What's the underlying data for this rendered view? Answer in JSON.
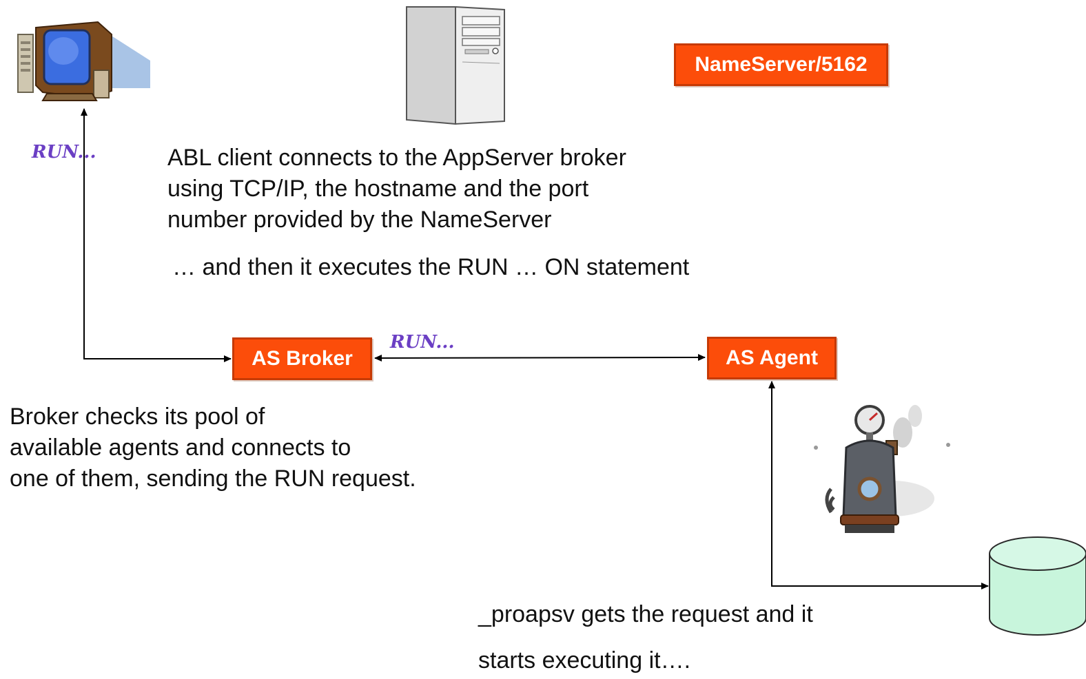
{
  "nodes": {
    "nameserver": "NameServer/5162",
    "broker": "AS Broker",
    "agent": "AS Agent"
  },
  "run_labels": {
    "client": "RUN...",
    "link": "RUN..."
  },
  "captions": {
    "abl_client": [
      "ABL client connects to the AppServer broker",
      "using TCP/IP, the hostname and the port",
      "number provided by the NameServer"
    ],
    "run_on": "… and then it executes the RUN … ON statement",
    "broker": [
      "Broker checks its pool of",
      "available agents and connects to",
      "one of them, sending the RUN request."
    ],
    "proapsv": [
      "_proapsv gets the request and it",
      "starts executing it…."
    ]
  },
  "icons": {
    "client": "desktop-computer-icon",
    "server": "tower-server-icon",
    "agent_process": "steam-engine-icon",
    "database": "database-cylinder-icon"
  },
  "colors": {
    "box_fill": "#fc4d0a",
    "box_border": "#c63a05",
    "run_label": "#6b3fc4",
    "database_fill": "#c8f5dc",
    "text": "#111111"
  }
}
